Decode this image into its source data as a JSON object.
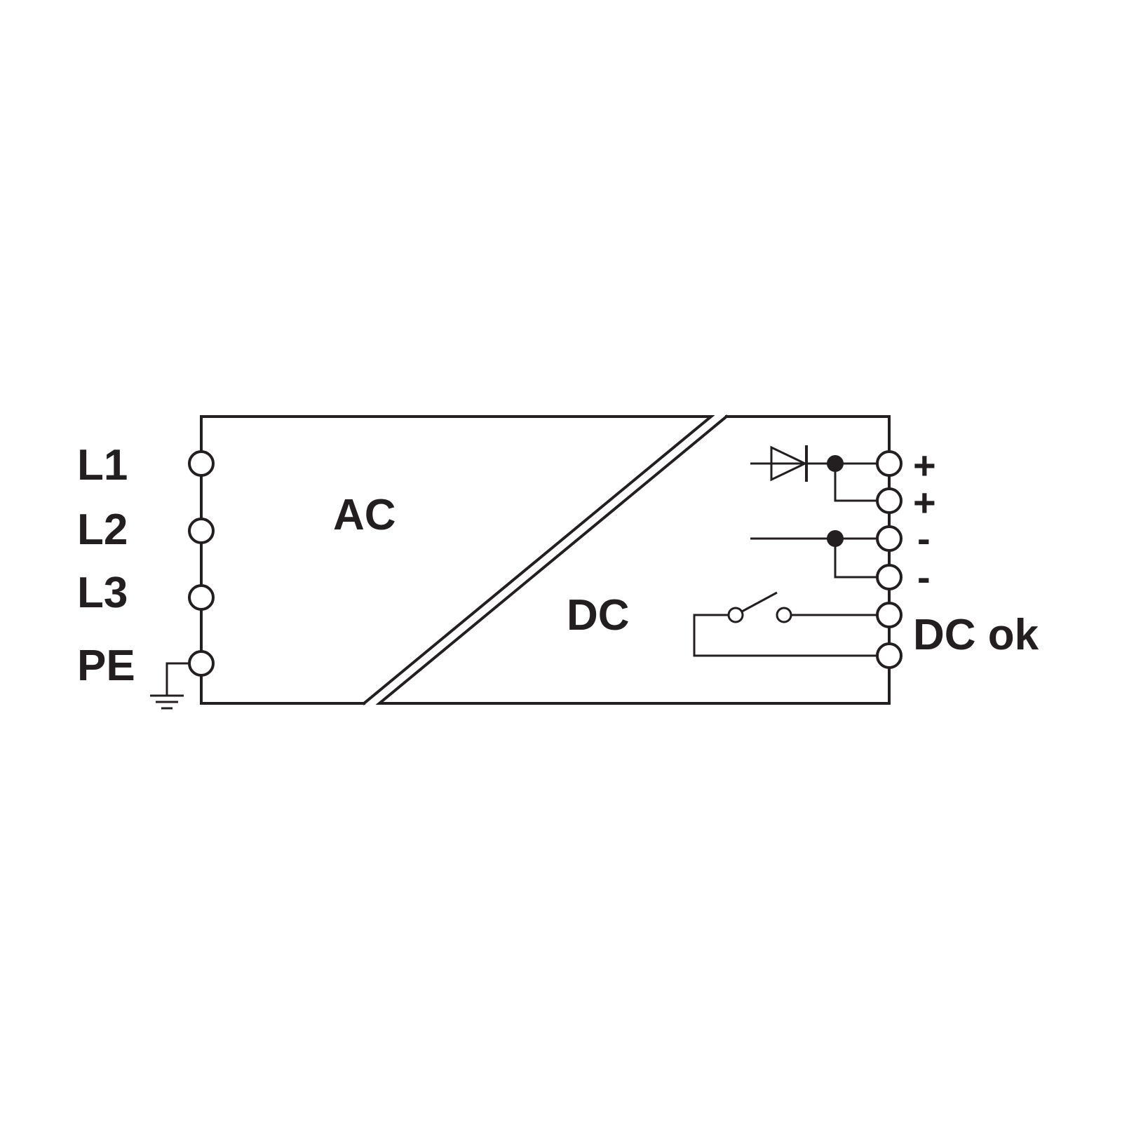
{
  "colors": {
    "line": "#231f20",
    "background": "#ffffff"
  },
  "block": {
    "input_label": "AC",
    "output_label": "DC"
  },
  "inputs": {
    "l1": "L1",
    "l2": "L2",
    "l3": "L3",
    "pe": "PE"
  },
  "outputs": {
    "plus_1": "+",
    "plus_2": "+",
    "minus_1": "-",
    "minus_2": "-",
    "dc_ok": "DC ok"
  },
  "icons": {
    "ground": "ground-icon",
    "diode": "diode-icon",
    "relay_contact": "relay-contact-icon"
  }
}
